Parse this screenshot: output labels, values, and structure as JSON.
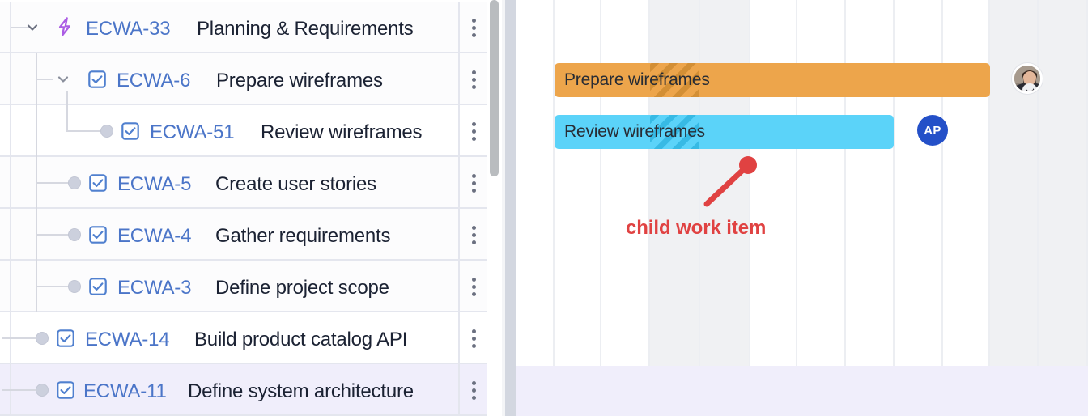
{
  "tree": {
    "rows": [
      {
        "key": "ECWA-33",
        "title": "Planning & Requirements",
        "type_icon": "epic-lightning-icon",
        "depth": 0,
        "expanded": true,
        "selected": false
      },
      {
        "key": "ECWA-6",
        "title": "Prepare wireframes",
        "type_icon": "task-checkbox-icon",
        "depth": 1,
        "expanded": true,
        "selected": false
      },
      {
        "key": "ECWA-51",
        "title": "Review wireframes",
        "type_icon": "task-checkbox-icon",
        "depth": 2,
        "expanded": false,
        "selected": false
      },
      {
        "key": "ECWA-5",
        "title": "Create user stories",
        "type_icon": "task-checkbox-icon",
        "depth": 1,
        "expanded": false,
        "selected": false
      },
      {
        "key": "ECWA-4",
        "title": "Gather requirements",
        "type_icon": "task-checkbox-icon",
        "depth": 1,
        "expanded": false,
        "selected": false
      },
      {
        "key": "ECWA-3",
        "title": "Define project scope",
        "type_icon": "task-checkbox-icon",
        "depth": 1,
        "expanded": false,
        "selected": false
      },
      {
        "key": "ECWA-14",
        "title": "Build product catalog API",
        "type_icon": "task-checkbox-icon",
        "depth": 0,
        "expanded": false,
        "selected": false
      },
      {
        "key": "ECWA-11",
        "title": "Define system architecture",
        "type_icon": "task-checkbox-icon",
        "depth": 0,
        "expanded": false,
        "selected": true
      }
    ],
    "row_menu_icon": "kebab-menu-icon"
  },
  "gantt": {
    "bars": [
      {
        "label": "Prepare wireframes",
        "color": "#eda54b",
        "stripe_color": "#d98f32",
        "assignee_type": "photo",
        "assignee_label": ""
      },
      {
        "label": "Review wireframes",
        "color": "#5bd3f9",
        "stripe_color": "#36bde8",
        "assignee_type": "initials",
        "assignee_label": "AP",
        "assignee_color": "#2450c8"
      }
    ],
    "annotation": {
      "text": "child work item",
      "color": "#e04242"
    }
  }
}
